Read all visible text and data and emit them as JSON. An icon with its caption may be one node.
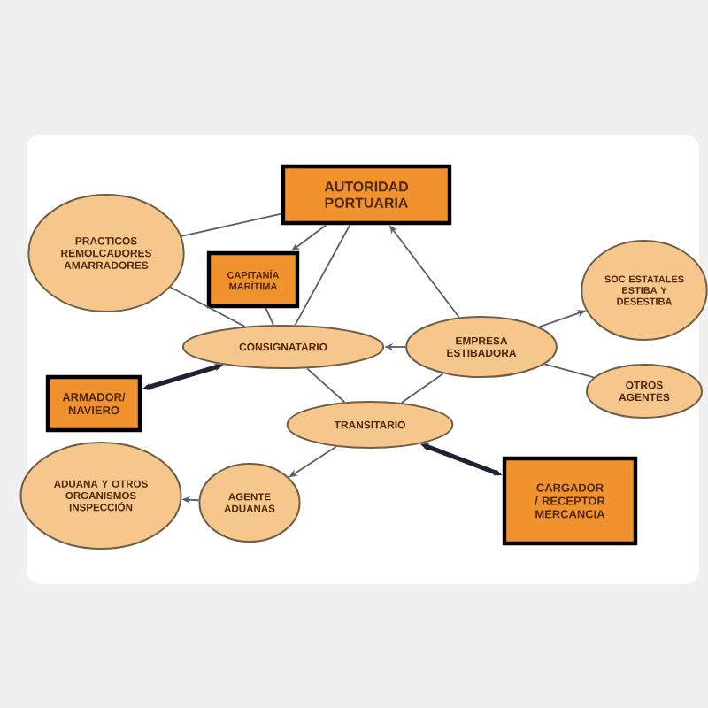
{
  "diagram": {
    "nodes": [
      {
        "text": [
          "AUTORIDAD PORTUARIA"
        ]
      },
      {
        "text": [
          "PRACTICOS REMOLCADORES AMARRADORES"
        ]
      },
      {
        "text": [
          "CAPITANÍA MARÍTIMA"
        ]
      },
      {
        "text": [
          "SOC ESTATALES ESTIBA Y DESESTIBA"
        ]
      },
      {
        "text": [
          "CONSIGNATARIO"
        ]
      },
      {
        "text": [
          "EMPRESA ESTIBADORA"
        ]
      },
      {
        "text": [
          "ARMADOR/ NAVIERO"
        ]
      },
      {
        "text": [
          "OTROS AGENTES"
        ]
      },
      {
        "text": [
          "TRANSITARIO"
        ]
      },
      {
        "text": [
          "ADUANA Y OTROS ORGANISMOS INSPECCIÓN"
        ]
      },
      {
        "text": [
          "AGENTE ADUANAS"
        ]
      },
      {
        "text": [
          "CARGADOR / RECEPTOR MERCANCIA"
        ]
      }
    ],
    "edges": [
      {
        "from": 1,
        "to": 0,
        "arrow": "none"
      },
      {
        "from": 0,
        "to": 2,
        "arrow": "to"
      },
      {
        "from": 0,
        "to": 4,
        "arrow": "none"
      },
      {
        "from": 5,
        "to": 0,
        "arrow": "to"
      },
      {
        "from": 1,
        "to": 4,
        "arrow": "none"
      },
      {
        "from": 2,
        "to": 4,
        "arrow": "none"
      },
      {
        "from": 5,
        "to": 4,
        "arrow": "to"
      },
      {
        "from": 5,
        "to": 3,
        "arrow": "to"
      },
      {
        "from": 5,
        "to": 7,
        "arrow": "none"
      },
      {
        "from": 4,
        "to": 6,
        "arrow": "both",
        "style": "thick"
      },
      {
        "from": 4,
        "to": 8,
        "arrow": "none"
      },
      {
        "from": 5,
        "to": 8,
        "arrow": "none"
      },
      {
        "from": 8,
        "to": 10,
        "arrow": "to"
      },
      {
        "from": 10,
        "to": 9,
        "arrow": "to"
      },
      {
        "from": 8,
        "to": 11,
        "arrow": "both",
        "style": "thick"
      }
    ]
  }
}
